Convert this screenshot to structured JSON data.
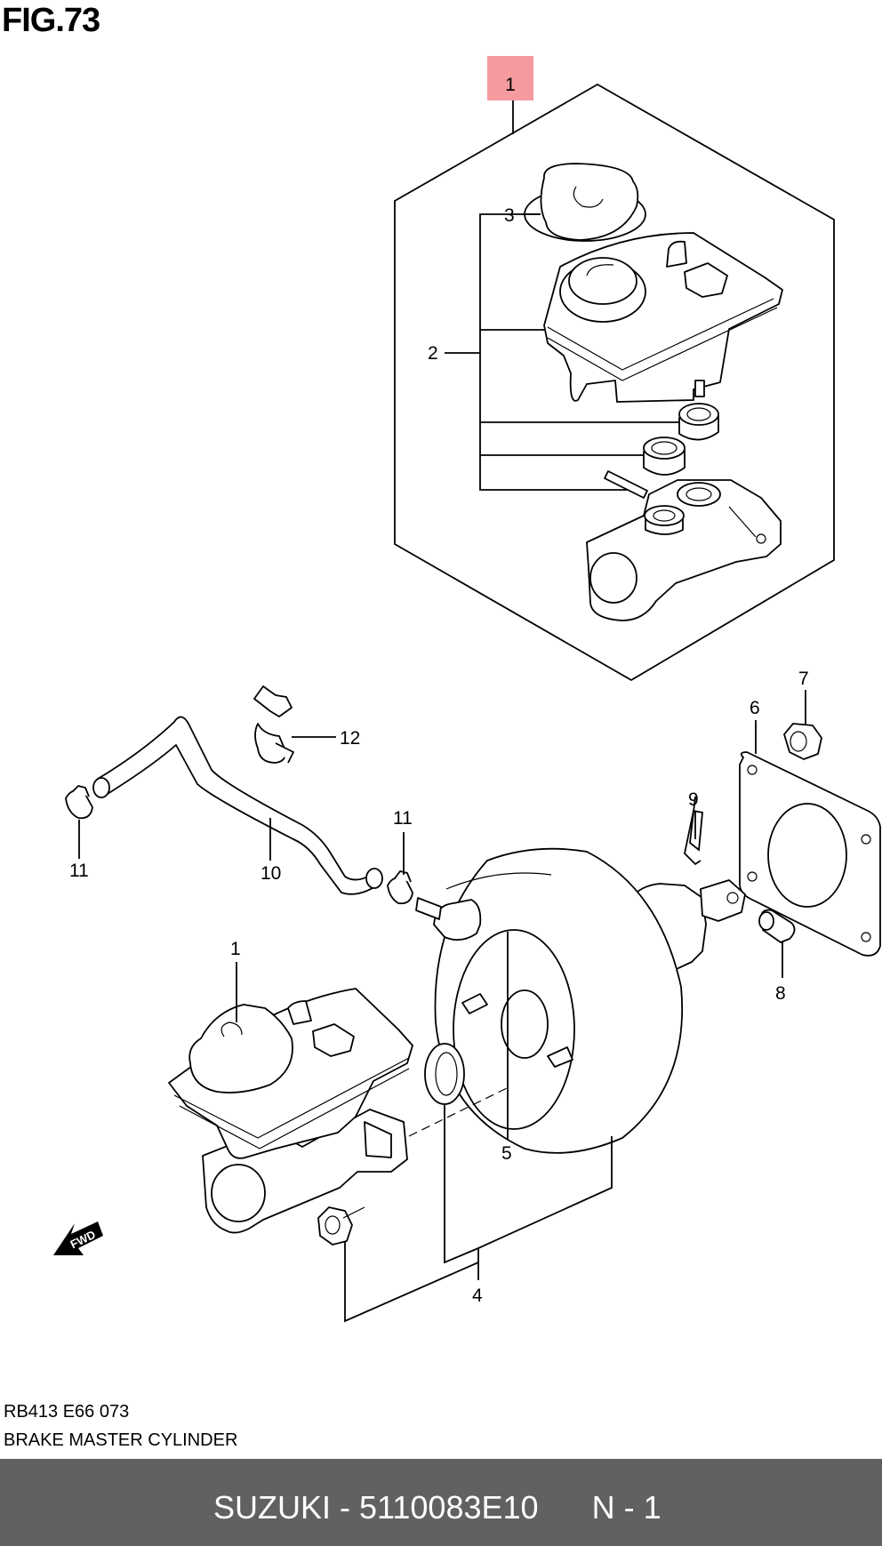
{
  "figure": {
    "title": "FIG.73",
    "code": "RB413 E66 073",
    "description": "BRAKE MASTER CYLINDER"
  },
  "callouts": [
    "1",
    "2",
    "3",
    "1",
    "4",
    "5",
    "6",
    "7",
    "8",
    "9",
    "10",
    "11",
    "11",
    "12"
  ],
  "fwd_label": "FWD",
  "footer": {
    "brand": "SUZUKI",
    "separator": " - ",
    "part_number": "5110083E10",
    "variant": "N - 1"
  },
  "colors": {
    "highlight": "#f59a9e",
    "footer_bg": "#616161",
    "footer_text": "#ffffff"
  }
}
